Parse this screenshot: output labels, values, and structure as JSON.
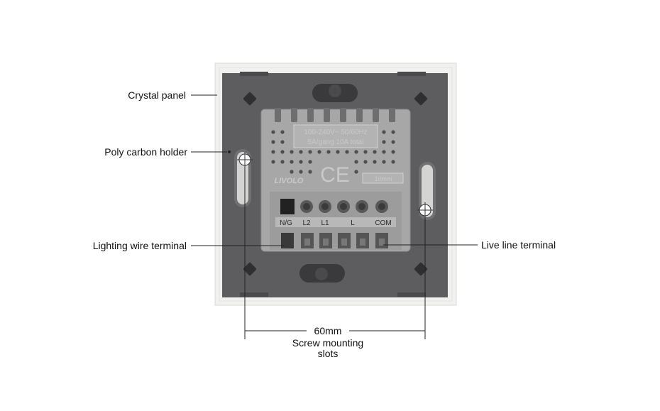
{
  "callouts": {
    "crystal_panel": "Crystal panel",
    "poly_carbon_holder": "Poly carbon holder",
    "lighting_wire_terminal": "Lighting wire terminal",
    "live_line_terminal": "Live line terminal"
  },
  "dimension": {
    "value": "60mm",
    "caption_line1": "Screw mounting",
    "caption_line2": "slots"
  },
  "module": {
    "rating_line1": "100-240V~  50/60Hz",
    "rating_line2": "5A/gang 10A total",
    "ce_mark": "CE",
    "brand": "LIVOLO",
    "strip_label": "10mm",
    "terminal_labels": [
      "N/G",
      "L2",
      "L1",
      "L",
      "COM"
    ]
  },
  "colors": {
    "panel_bg": "#f1f2f0",
    "back_plate": "#5d5c5e",
    "module_body": "#a7a7a7",
    "terminal": "#6b6b6b"
  }
}
